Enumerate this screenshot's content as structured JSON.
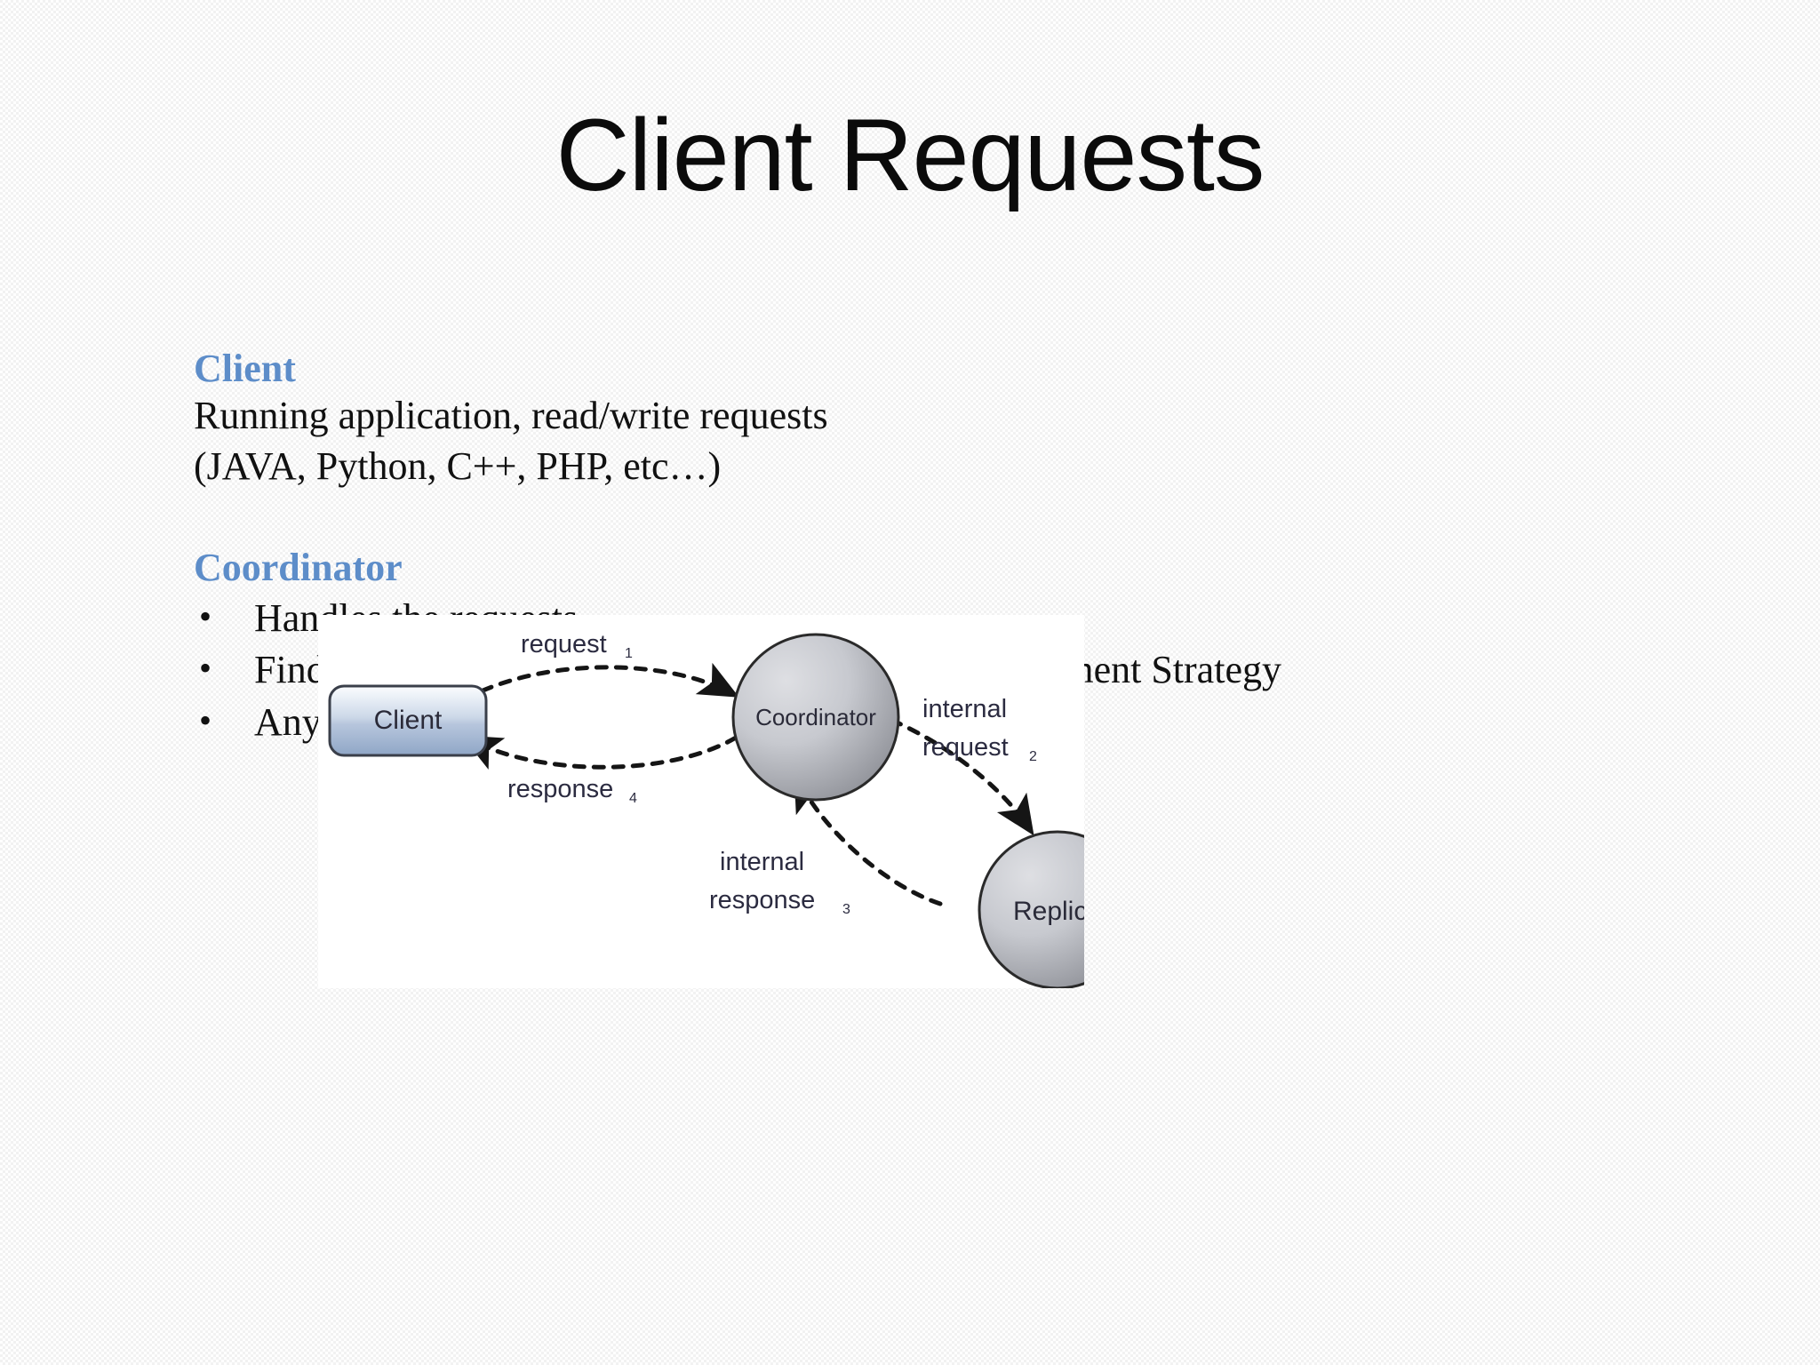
{
  "slide": {
    "title": "Client Requests",
    "background_color": "#f2f2f2",
    "accent_color": "#5d8dc9",
    "text_color": "#111111"
  },
  "sections": [
    {
      "heading": "Client",
      "lines": [
        "Running application, read/write requests",
        "(JAVA, Python, C++, PHP, etc…)"
      ]
    },
    {
      "heading": "Coordinator",
      "bullets": [
        "Handles the requests",
        "Finds Nodes based on Partitioner and Replica Placement Strategy",
        "Any Node can act as the Coordinator"
      ],
      "bullet_glyph": "•"
    }
  ],
  "diagram": {
    "nodes": {
      "client": "Client",
      "coordinator": "Coordinator",
      "replica": "Replica"
    },
    "edges": [
      {
        "label": "request",
        "index": "1",
        "from": "client",
        "to": "coordinator"
      },
      {
        "label": "internal\nrequest",
        "line1": "internal",
        "line2": "request",
        "index": "2",
        "from": "coordinator",
        "to": "replica"
      },
      {
        "label": "internal\nresponse",
        "line1": "internal",
        "line2": "response",
        "index": "3",
        "from": "replica",
        "to": "coordinator"
      },
      {
        "label": "response",
        "index": "4",
        "from": "coordinator",
        "to": "client"
      }
    ],
    "labels": {
      "request": "request",
      "request_index": "1",
      "response": "response",
      "response_index": "4",
      "internal_word": "internal",
      "internal_request_word": "request",
      "internal_request_index": "2",
      "internal_response_word": "response",
      "internal_response_index": "3"
    },
    "colors": {
      "panel_bg": "#ffffff",
      "client_fill_top": "#fafcfe",
      "client_fill_bottom": "#90a6c4",
      "node_fill_light": "#d3d5da",
      "node_fill_dark": "#8f9197",
      "stroke": "#2a2a2a",
      "label_text": "#2b2b40"
    }
  }
}
